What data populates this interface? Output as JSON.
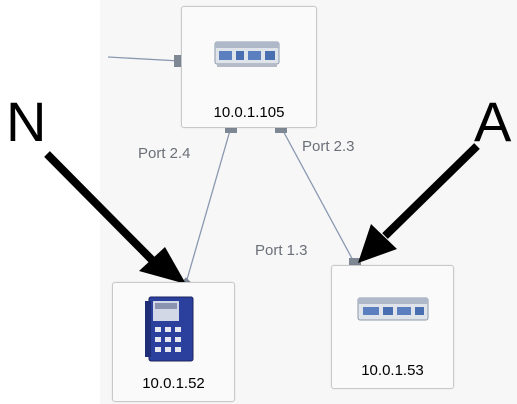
{
  "nodes": [
    {
      "id": "top",
      "label": "10.0.1.105",
      "icon": "rack-switch-icon"
    },
    {
      "id": "left",
      "label": "10.0.1.52",
      "icon": "blue-switch-icon"
    },
    {
      "id": "right",
      "label": "10.0.1.53",
      "icon": "rack-switch-icon"
    }
  ],
  "ports": {
    "top_left": "Port 2.4",
    "top_right": "Port 2.3",
    "right_in": "Port 1.3"
  },
  "annotations": {
    "left_letter": "N",
    "right_letter": "A"
  },
  "colors": {
    "link": "#8a98b0",
    "port": "#7e8794",
    "arrow": "#000000",
    "port_label": "#6b6f78"
  }
}
